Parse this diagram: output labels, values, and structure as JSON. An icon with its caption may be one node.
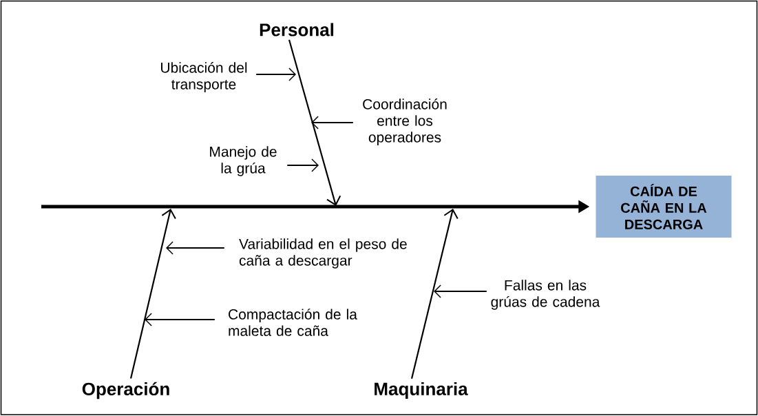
{
  "diagram": {
    "nodes": [
      {
        "text": [
          "Personal"
        ]
      },
      {
        "text": [
          "Ubicación del transporte"
        ]
      },
      {
        "text": [
          "Coordinación entre los operadores"
        ]
      },
      {
        "text": [
          "Manejo de la grúa"
        ]
      },
      {
        "text": [
          "Operación"
        ]
      },
      {
        "text": [
          "Variabilidad en el peso de caña a descargar"
        ]
      },
      {
        "text": [
          "Compactación de la maleta de caña"
        ]
      },
      {
        "text": [
          "Maquinaria"
        ]
      },
      {
        "text": [
          "Fallas en las grúas de cadena"
        ]
      },
      {
        "text": [
          "CAÍDA DE CAÑA EN LA DESCARGA"
        ]
      }
    ],
    "edges": [
      {
        "from": null,
        "to": 9,
        "arrow": "to",
        "style": "thick"
      },
      {
        "from": 0,
        "to": null,
        "arrow": "to"
      },
      {
        "from": 1,
        "to": null,
        "arrow": "to"
      },
      {
        "from": 2,
        "to": null,
        "arrow": "to"
      },
      {
        "from": 3,
        "to": null,
        "arrow": "to"
      },
      {
        "from": 4,
        "to": null,
        "arrow": "to"
      },
      {
        "from": 5,
        "to": null,
        "arrow": "to"
      },
      {
        "from": 6,
        "to": null,
        "arrow": "to"
      },
      {
        "from": 7,
        "to": null,
        "arrow": "to"
      },
      {
        "from": 8,
        "to": null,
        "arrow": "to"
      }
    ]
  }
}
